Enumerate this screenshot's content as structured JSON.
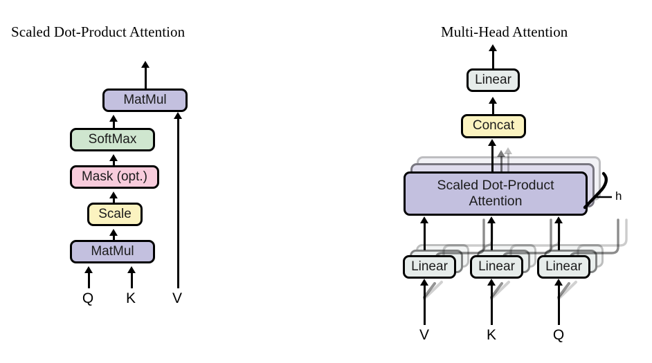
{
  "figure": {
    "left_panel": {
      "title": "Scaled Dot-Product Attention",
      "nodes": [
        {
          "id": "l-matmul-top",
          "label": "MatMul",
          "color": "#c3c0df"
        },
        {
          "id": "l-softmax",
          "label": "SoftMax",
          "color": "#cfe6cf"
        },
        {
          "id": "l-mask",
          "label": "Mask (opt.)",
          "color": "#f8ccdc"
        },
        {
          "id": "l-scale",
          "label": "Scale",
          "color": "#fbf3c0"
        },
        {
          "id": "l-matmul-bottom",
          "label": "MatMul",
          "color": "#c3c0df"
        }
      ],
      "inputs": [
        {
          "id": "l-in-q",
          "label": "Q"
        },
        {
          "id": "l-in-k",
          "label": "K"
        },
        {
          "id": "l-in-v",
          "label": "V"
        }
      ]
    },
    "right_panel": {
      "title": "Multi-Head Attention",
      "nodes": [
        {
          "id": "r-linear-top",
          "label": "Linear",
          "color": "#e6ecea"
        },
        {
          "id": "r-concat",
          "label": "Concat",
          "color": "#fbf3c0"
        },
        {
          "id": "r-attention",
          "label": "Scaled Dot-Product\nAttention",
          "color": "#c3c0df"
        },
        {
          "id": "r-linear-v",
          "label": "Linear",
          "color": "#e6ecea"
        },
        {
          "id": "r-linear-k",
          "label": "Linear",
          "color": "#e6ecea"
        },
        {
          "id": "r-linear-q",
          "label": "Linear",
          "color": "#e6ecea"
        }
      ],
      "head_count_label": "h",
      "inputs": [
        {
          "id": "r-in-v",
          "label": "V"
        },
        {
          "id": "r-in-k",
          "label": "K"
        },
        {
          "id": "r-in-q",
          "label": "Q"
        }
      ]
    },
    "colors": {
      "purple": "#c3c0df",
      "green": "#cfe6cf",
      "pink": "#f8ccdc",
      "yellow": "#fbf3c0",
      "gray_green": "#e6ecea",
      "stroke": "#000000",
      "background": "#ffffff"
    }
  }
}
